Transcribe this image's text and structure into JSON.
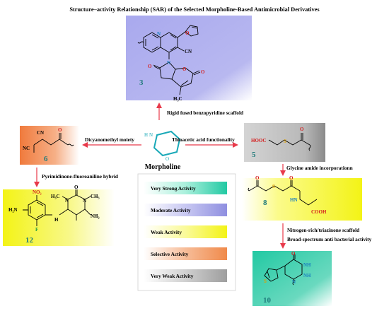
{
  "title": "Structure–activity Relationship (SAR) of the Selected Morpholine-Based Antimicrobial Derivatives",
  "center": {
    "name": "Morpholine",
    "atom_N": "N",
    "atom_H": "H",
    "atom_O": "O"
  },
  "compounds": {
    "c3": {
      "number": "3",
      "cn": "CN",
      "n": "N",
      "o": "O",
      "ch3": "H₃C"
    },
    "c6": {
      "number": "6",
      "cn1": "CN",
      "cn2": "NC",
      "o": "O"
    },
    "c5": {
      "number": "5",
      "acid": "HOOC",
      "s": "S",
      "o": "O"
    },
    "c8": {
      "number": "8",
      "o": "O",
      "s": "S",
      "nh": "HN",
      "acid": "COOH"
    },
    "c12": {
      "number": "12",
      "no2": "NO₂",
      "h2n": "H₂N",
      "o": "O",
      "ch3a": "H₃C",
      "ch3b": "CH₃",
      "nh": "H",
      "nh2": "NH₂",
      "f": "F",
      "n": "N"
    },
    "c10": {
      "number": "10",
      "s": "S",
      "o": "O",
      "nh1": "NH",
      "nh2": "NH",
      "n": "N"
    }
  },
  "arrow_labels": {
    "to_3": "Rigid fused benzopyridine scaffold",
    "to_6": "Dicyanomethyl moiety",
    "to_5": "Thioacetic acid functionality",
    "to_12": "Pyrimidinone-fluoroaniline hybrid",
    "to_8": "Glycine amide incorporationn",
    "to_10_line1": "Nitrogen-rich/triazinone scaffold",
    "to_10_line2": "Broad-spectrum anti bacterial activity"
  },
  "legend": [
    {
      "label": "Very  Strong Activity",
      "color": "#22c9a3"
    },
    {
      "label": "Moderate Activity",
      "color": "#9a9ae6"
    },
    {
      "label": "Weak Activity",
      "color": "#f3f316"
    },
    {
      "label": "Selective Activity",
      "color": "#f08a4b"
    },
    {
      "label": "Very Weak Activity",
      "color": "#9e9e9e"
    }
  ],
  "colors": {
    "arrow": "#e8394a",
    "box3": "#8f8fe0",
    "box6": "#f08a4b",
    "box5": "#9e9e9e",
    "box8": "#f3f316",
    "box12": "#f3f316",
    "box10": "#22c9a3",
    "morpholine": "#1aa9b8",
    "nitro": "#d42020",
    "cyan": "#1a7fbf"
  }
}
